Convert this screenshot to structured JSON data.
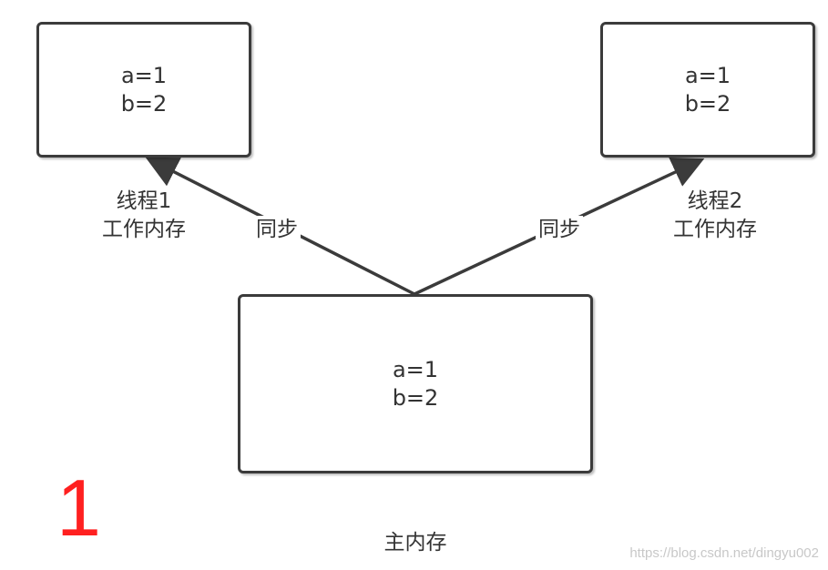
{
  "nodes": {
    "thread1_memory": {
      "lines": [
        "a=1",
        "b=2"
      ],
      "caption": [
        "线程1",
        "工作内存"
      ]
    },
    "thread2_memory": {
      "lines": [
        "a=1",
        "b=2"
      ],
      "caption": [
        "线程2",
        "工作内存"
      ]
    },
    "main_memory": {
      "lines": [
        "a=1",
        "b=2"
      ],
      "caption": "主内存"
    }
  },
  "edges": [
    {
      "from": "main_memory",
      "to": "thread1_memory",
      "label": "同步"
    },
    {
      "from": "main_memory",
      "to": "thread2_memory",
      "label": "同步"
    }
  ],
  "figure_number": "1",
  "watermark": "https://blog.csdn.net/dingyu002",
  "colors": {
    "stroke": "#3b3b3b",
    "text": "#333333",
    "figure_number": "#ff2020",
    "watermark": "#c8c8c8"
  }
}
